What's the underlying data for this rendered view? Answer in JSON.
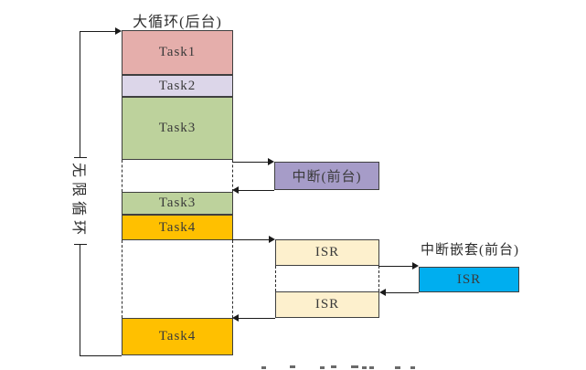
{
  "diagram": {
    "title": "大循环(后台)",
    "loop_label": "无限循环",
    "tasks": {
      "task1": "Task1",
      "task2": "Task2",
      "task3_first": "Task3",
      "task3_resume": "Task3",
      "task4_first": "Task4",
      "task4_resume": "Task4"
    },
    "interrupt": {
      "label": "中断(前台)"
    },
    "isr_first": {
      "label": "ISR"
    },
    "isr_second": {
      "label": "ISR"
    },
    "nested": {
      "title": "中断嵌套(前台)",
      "isr_label": "ISR"
    }
  },
  "colors": {
    "task1": "#e5aeab",
    "task2": "#dcd6e9",
    "task3": "#bdd29c",
    "task4": "#ffc000",
    "interrupt": "#a69cc8",
    "isr": "#fdf0cd",
    "nested_isr": "#00aeef"
  }
}
